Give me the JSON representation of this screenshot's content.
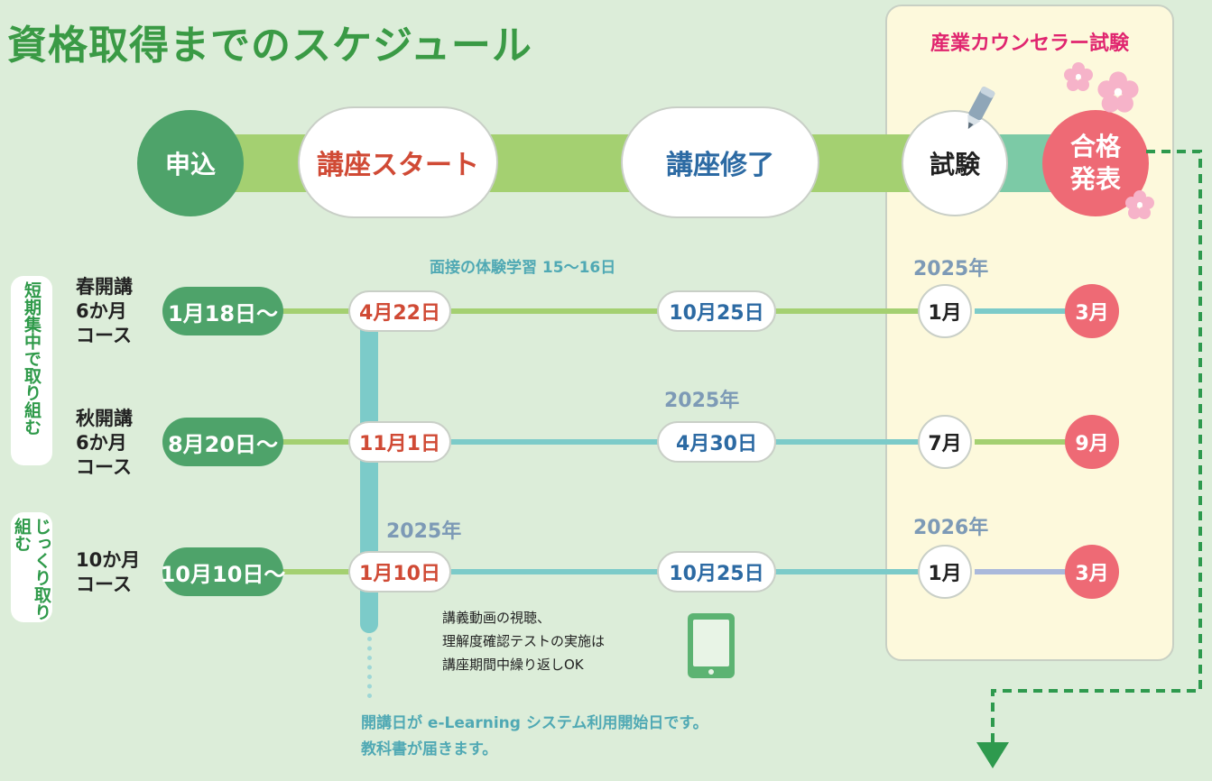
{
  "title": "資格取得までのスケジュール",
  "exam_panel_title": "産業カウンセラー試験",
  "stages": {
    "apply": "申込",
    "start": "講座スタート",
    "finish": "講座修了",
    "exam": "試験",
    "pass": "合格\n発表"
  },
  "side_labels": {
    "short": "短期集中で取り組む",
    "long": "じっくり取り組む"
  },
  "interview_note": "面接の体験学習 15～16日",
  "courses": [
    {
      "name": "春開講\n6か月\nコース",
      "apply": "1月18日～",
      "start": "4月22日",
      "start_year": "",
      "finish": "10月25日",
      "finish_year": "",
      "exam_year": "2025年",
      "exam": "1月",
      "pass": "3月"
    },
    {
      "name": "秋開講\n6か月\nコース",
      "apply": "8月20日～",
      "start": "11月1日",
      "start_year": "",
      "finish": "4月30日",
      "finish_year": "2025年",
      "exam_year": "",
      "exam": "7月",
      "pass": "9月"
    },
    {
      "name": "10か月\nコース",
      "apply": "10月10日～",
      "start": "1月10日",
      "start_year": "2025年",
      "finish": "10月25日",
      "finish_year": "",
      "exam_year": "2026年",
      "exam": "1月",
      "pass": "3月"
    }
  ],
  "elearning_note": "講義動画の視聴、\n理解度確認テストの実施は\n講座期間中繰り返しOK",
  "footer_note": "開講日が e-Learning システム利用開始日です。\n教科書が届きます。",
  "icons": [
    "pencil-icon",
    "sakura-icon",
    "tablet-icon",
    "arrow-down-icon"
  ],
  "colors": {
    "green": "#4ea36a",
    "pass_red": "#ee6a75",
    "start_red": "#d04a35",
    "finish_blue": "#2c6aa3",
    "panel_pink": "#e0256f"
  }
}
